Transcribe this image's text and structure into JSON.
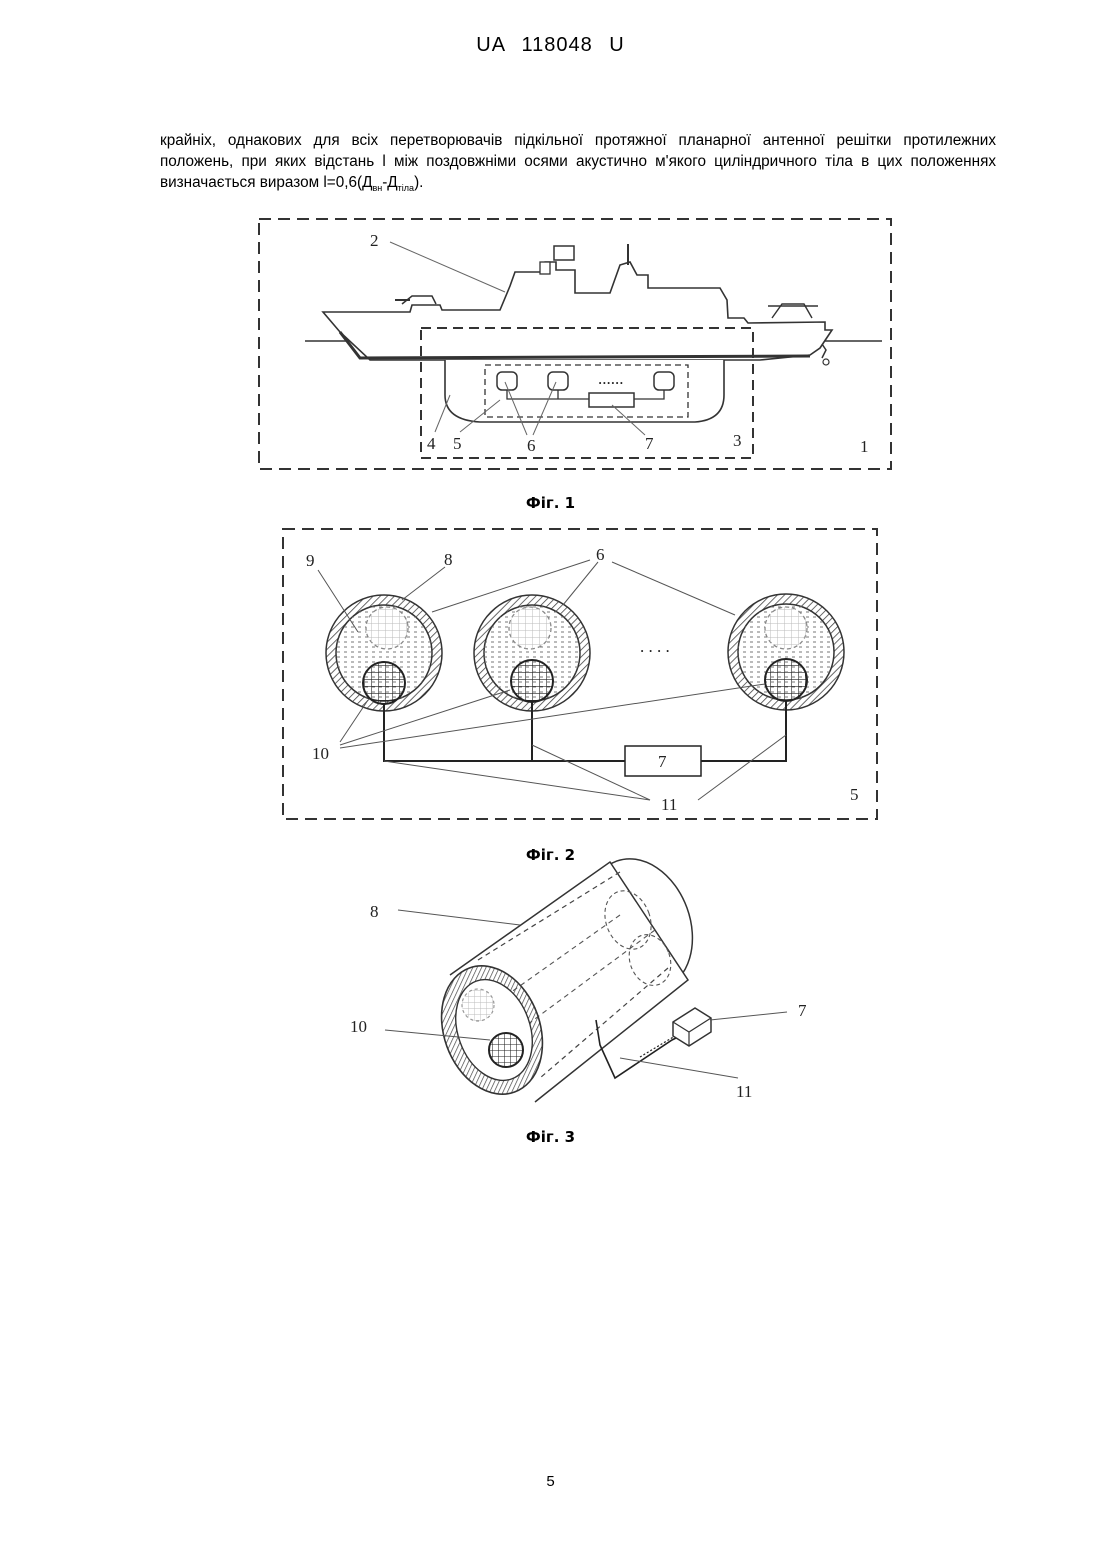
{
  "header": {
    "patent_id": "UA   118048   U"
  },
  "paragraph": {
    "text_a": "крайніх, однакових для всіх перетворювачів підкільної протяжної планарної антенної решітки протилежних положень, при яких відстань l між поздовжніми осями акустично м'якого циліндричного тіла в цих положеннях визначається виразом l=0,6(Д",
    "sub_1": "вн",
    "text_b": "-Д",
    "sub_2": "тіла",
    "text_c": ")."
  },
  "figure1": {
    "caption": "Фіг. 1",
    "labels": {
      "ship": "2",
      "fairing_frame": "3",
      "fairing": "4",
      "array": "5",
      "transducers": "6",
      "unit": "7",
      "system": "1",
      "dots": "......"
    }
  },
  "figure2": {
    "caption": "Фіг. 2",
    "labels": {
      "fluid": "9",
      "shell": "8",
      "transducers": "6",
      "body": "10",
      "unit": "7",
      "cables": "11",
      "array": "5",
      "dots": ". . . ."
    }
  },
  "figure3": {
    "caption": "Фіг. 3",
    "labels": {
      "shell": "8",
      "body": "10",
      "unit": "7",
      "cable": "11"
    }
  },
  "footer": {
    "page_number": "5"
  }
}
